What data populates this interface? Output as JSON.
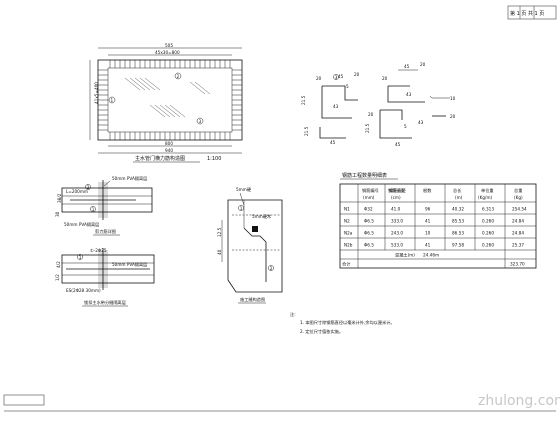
{
  "sheet": {
    "page_label": "第 1 页 共 1 页",
    "watermark": "zhulong.com"
  },
  "plan": {
    "title": "主水管门横力筋构造图",
    "scale": "1:100",
    "dim_top_outer": "505",
    "dim_top_inner": "45x30=800",
    "dim_bottom_inner": "800",
    "dim_bottom_outer": "940",
    "dim_left": "41x5=400",
    "markers": [
      "1",
      "2",
      "3"
    ]
  },
  "bar_shapes": {
    "shape_a": {
      "dims": [
        "20",
        "45",
        "20",
        "5",
        "21.5",
        "43"
      ],
      "marker": "3"
    },
    "shape_b": {
      "dims": [
        "20",
        "45",
        "20",
        "10",
        "21.5",
        "43",
        "5"
      ]
    }
  },
  "detail_1": {
    "title": "剪力筋详图",
    "labels": [
      "50mm PVA隔离层",
      "L=200mm",
      "50mm PVA隔离层"
    ],
    "markers": [
      "1",
      "2"
    ],
    "side_dims": [
      "38/2",
      "30"
    ]
  },
  "detail_2": {
    "title": "锁扣主水带分缝隔离层",
    "labels": [
      "①-2Φ25",
      "50mm PVA隔离层",
      "ES(2Φ28 30mm)"
    ],
    "markers": [
      "1"
    ],
    "side_dims": [
      "4/2",
      "1/2"
    ]
  },
  "detail_3": {
    "title": "施工缝构造图",
    "labels": [
      "5mm硬木",
      "5mm硬"
    ],
    "markers": [
      "1",
      "2"
    ],
    "side_dims": [
      "12.5",
      "40"
    ]
  },
  "table": {
    "title": "钢筋工程数量明细表",
    "headers": [
      [
        "钢筋编号",
        "钢筋直径",
        "钢筋长度",
        "根数",
        "总长",
        "单位重",
        "总重"
      ],
      [
        "",
        "(mm)",
        "(cm)",
        "",
        "(m)",
        "(Kg/m)",
        "(Kg)"
      ]
    ],
    "rows": [
      [
        "N1",
        "Φ32",
        "41.0",
        "96",
        "40.32",
        "6.313",
        "254.54"
      ],
      [
        "N2",
        "Φ6.5",
        "333.0",
        "41",
        "85.53",
        "0.260",
        "24.84"
      ],
      [
        "N2a",
        "Φ6.5",
        "243.0",
        "10",
        "86.53",
        "0.260",
        "24.84"
      ],
      [
        "N2b",
        "Φ6.5",
        "533.0",
        "41",
        "97.58",
        "0.260",
        "25.37"
      ]
    ],
    "extra_row": {
      "label": "",
      "note": "混凝土(m)",
      "value": "24.46m"
    },
    "total_row": {
      "label": "合计",
      "value": "323.70"
    }
  },
  "notes": {
    "heading": "注:",
    "items": [
      "1. 本图尺寸除钢筋直径以毫米计外,余均以厘米计。",
      "2. 定位尺寸值依实施。"
    ]
  }
}
